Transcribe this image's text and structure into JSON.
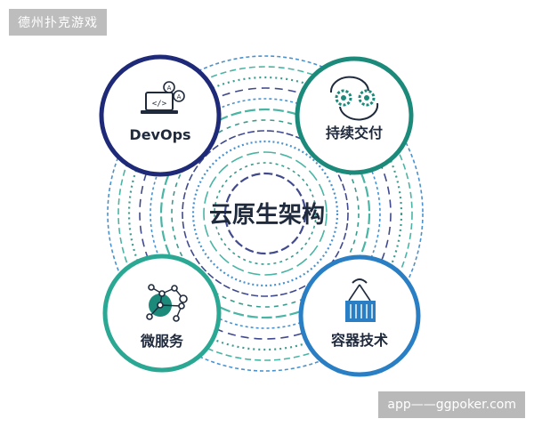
{
  "watermark": {
    "top": "德州扑克游戏",
    "bottom": "app——ggpoker.com"
  },
  "diagram": {
    "center": "云原生架构",
    "nodes": [
      {
        "label": "DevOps",
        "icon": "laptop-code-icon",
        "ring_color": "#1e2a78"
      },
      {
        "label": "持续交付",
        "icon": "gears-cycle-icon",
        "ring_color": "#1b8a7a"
      },
      {
        "label": "微服务",
        "icon": "network-nodes-icon",
        "ring_color": "#2aa894"
      },
      {
        "label": "容器技术",
        "icon": "container-icon",
        "ring_color": "#2a7fc4"
      }
    ],
    "accent_colors": [
      "#1e2a78",
      "#1b8a7a",
      "#2aa894",
      "#2a7fc4"
    ]
  }
}
